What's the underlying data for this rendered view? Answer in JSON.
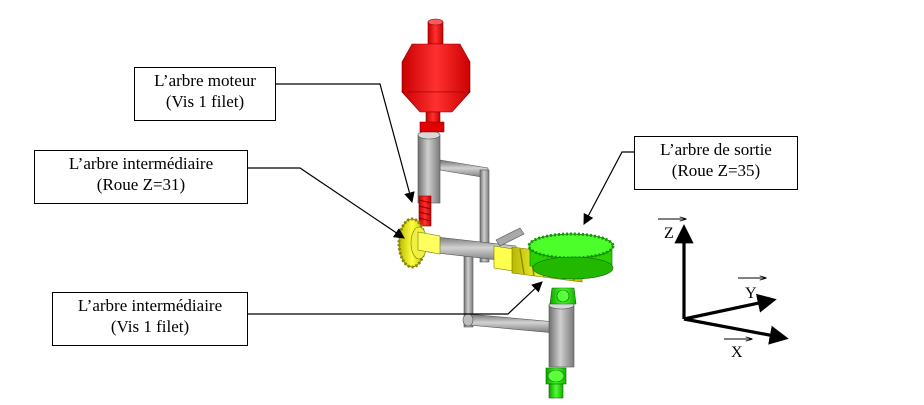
{
  "labels": {
    "arbre_moteur": {
      "line1": "L’arbre moteur",
      "line2": "(Vis 1 filet)"
    },
    "arbre_intermediaire_roue": {
      "line1": "L’arbre intermédiaire",
      "line2": "(Roue Z=31)"
    },
    "arbre_intermediaire_vis": {
      "line1": "L’arbre intermédiaire",
      "line2": "(Vis 1 filet)"
    },
    "arbre_sortie": {
      "line1": "L’arbre de sortie",
      "line2": "(Roue Z=35)"
    }
  },
  "axes": {
    "z": "Z",
    "y": "Y",
    "x": "X"
  },
  "colors": {
    "motor_shaft": "#ff0000",
    "intermediate_shaft": "#e6e600",
    "output_shaft": "#22dd00",
    "frame": "#9a9a9a"
  }
}
